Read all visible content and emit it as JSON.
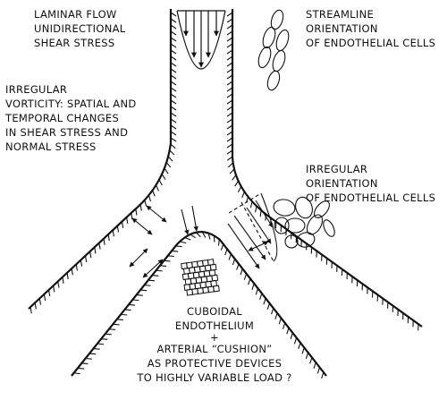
{
  "labels": {
    "laminar": [
      "LAMINAR FLOW",
      "UNIDIRECTIONAL",
      "SHEAR STRESS"
    ],
    "streamline": [
      "STREAMLINE",
      "ORIENTATION",
      "OF ENDOTHELIAL CELLS"
    ],
    "irregular_vorticity": [
      "IRREGULAR",
      "VORTICITY: SPATIAL AND",
      "TEMPORAL CHANGES",
      "IN SHEAR STRESS AND",
      "NORMAL STRESS"
    ],
    "irregular_orientation": [
      "IRREGULAR",
      "ORIENTATION",
      "OF ENDOTHELIAL CELLS"
    ],
    "cuboidal": [
      "CUBOIDAL",
      "ENDOTHELIUM"
    ],
    "plus": "+",
    "cushion": [
      "ARTERIAL “CUSHION”",
      "AS PROTECTIVE DEVICES",
      "TO HIGHLY VARIABLE LOAD ?"
    ]
  }
}
